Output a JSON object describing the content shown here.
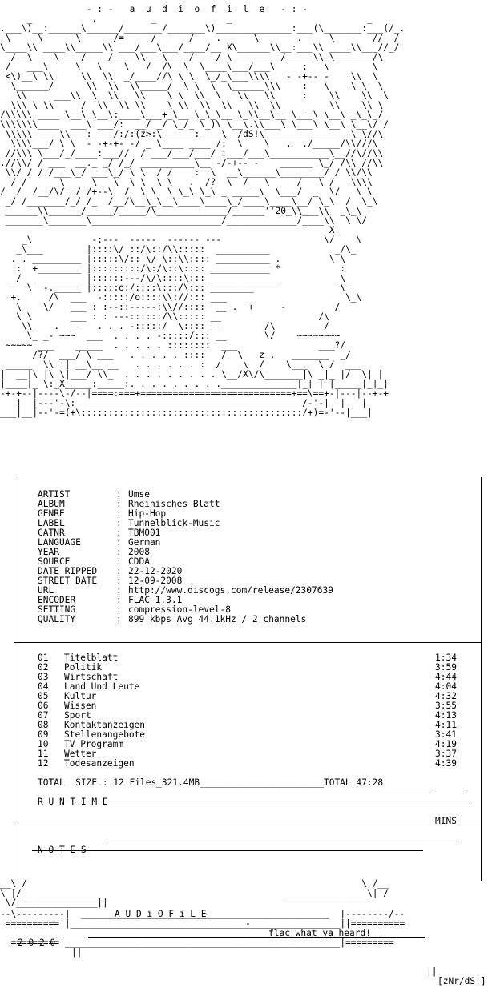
{
  "header": {
    "title": "- : -   a  u  d  i  o  f  i  l  e   - : -",
    "art_tags": [
      "/dS!",
      "X",
      "'20",
      "X",
      "*",
      "z .",
      "?",
      "?"
    ]
  },
  "banner": {
    "brand": "A U D i O F i L E",
    "separator": "-",
    "tagline": "flac what ya heard!",
    "year": "2 0 2 0",
    "crew": "[zNr/dS!]"
  },
  "release_info": [
    {
      "label": "ARTIST",
      "value": "Umse"
    },
    {
      "label": "ALBUM",
      "value": "Rheinisches Blatt"
    },
    {
      "label": "GENRE",
      "value": "Hip-Hop"
    },
    {
      "label": "LABEL",
      "value": "Tunnelblick-Music"
    },
    {
      "label": "CATNR",
      "value": "TBM001"
    },
    {
      "label": "LANGUAGE",
      "value": "German"
    },
    {
      "label": "YEAR",
      "value": "2008"
    },
    {
      "label": "SOURCE",
      "value": "CDDA"
    },
    {
      "label": "DATE RIPPED",
      "value": "22-12-2020"
    },
    {
      "label": "STREET DATE",
      "value": "12-09-2008"
    },
    {
      "label": "URL",
      "value": "http://www.discogs.com/release/2307639"
    },
    {
      "label": "ENCODER",
      "value": "FLAC 1.3.1"
    },
    {
      "label": "SETTING",
      "value": "compression-level-8"
    },
    {
      "label": "QUALITY",
      "value": "899 kbps Avg 44.1kHz / 2 channels"
    }
  ],
  "tracks": [
    {
      "num": "01",
      "title": "Titelblatt",
      "length": "1:34"
    },
    {
      "num": "02",
      "title": "Politik",
      "length": "3:59"
    },
    {
      "num": "03",
      "title": "Wirtschaft",
      "length": "4:44"
    },
    {
      "num": "04",
      "title": "Land Und Leute",
      "length": "4:04"
    },
    {
      "num": "05",
      "title": "Kultur",
      "length": "4:32"
    },
    {
      "num": "06",
      "title": "Wissen",
      "length": "3:55"
    },
    {
      "num": "07",
      "title": "Sport",
      "length": "4:13"
    },
    {
      "num": "08",
      "title": "Kontaktanzeigen",
      "length": "4:11"
    },
    {
      "num": "09",
      "title": "Stellenangebote",
      "length": "3:41"
    },
    {
      "num": "10",
      "title": "TV Programm",
      "length": "4:19"
    },
    {
      "num": "11",
      "title": "Wetter",
      "length": "3:37"
    },
    {
      "num": "12",
      "title": "Todesanzeigen",
      "length": "4:39"
    }
  ],
  "totals": {
    "size_line": "TOTAL  SIZE : 12 Files_321.4MB_______________________TOTAL 47:28",
    "runtime_label": "R U N T I M E",
    "runtime_unit": "MINS"
  },
  "notes": {
    "label": "N O T E S"
  }
}
